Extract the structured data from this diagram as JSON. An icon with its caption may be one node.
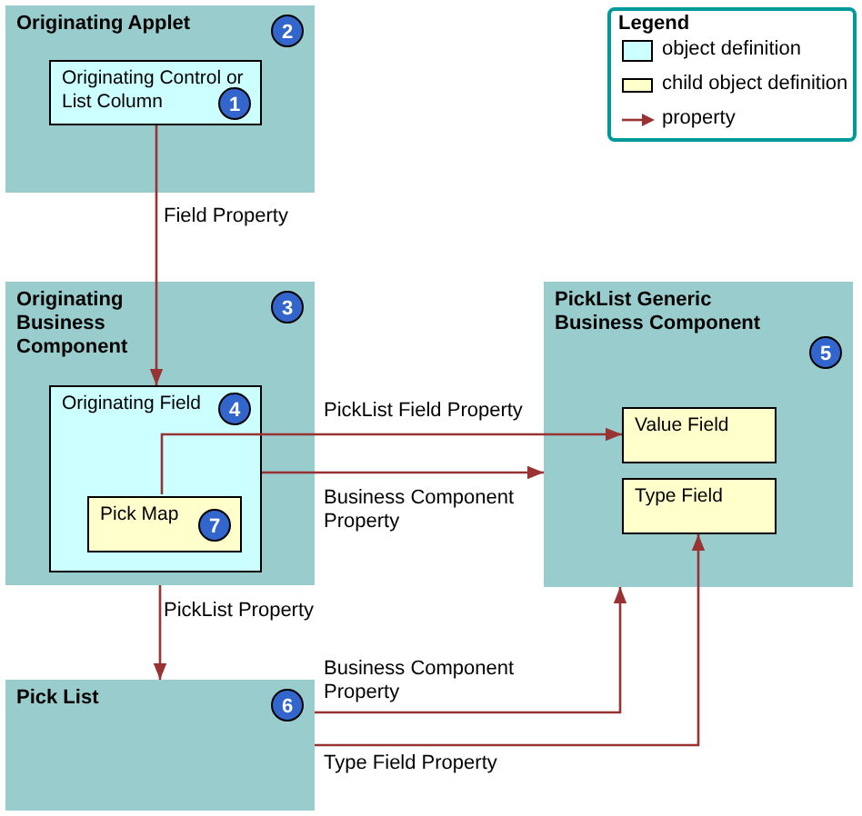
{
  "diagram": {
    "nodes": [
      {
        "text": [
          "Originating Applet",
          "2"
        ]
      },
      {
        "text": [
          "Originating Control or List Column",
          "1"
        ],
        "in": 0
      },
      {
        "text": [
          "Originating Business Component",
          "3"
        ]
      },
      {
        "text": [
          "Originating Field",
          "4"
        ],
        "in": 2
      },
      {
        "text": [
          "Pick Map",
          "7"
        ],
        "in": 3
      },
      {
        "text": [
          "PickList Generic Business Component",
          "5"
        ]
      },
      {
        "text": [
          "Value Field"
        ],
        "in": 5
      },
      {
        "text": [
          "Type Field"
        ],
        "in": 5
      },
      {
        "text": [
          "Pick List",
          "6"
        ]
      }
    ],
    "edges": [
      {
        "from": 1,
        "to": 3,
        "arrow": "to",
        "label": "Field Property"
      },
      {
        "from": 4,
        "to": 6,
        "arrow": "to",
        "label": "PickList Field Property"
      },
      {
        "from": 3,
        "to": 5,
        "arrow": "to",
        "label": "Business Component Property"
      },
      {
        "from": 2,
        "to": 8,
        "arrow": "to",
        "label": "PickList Property"
      },
      {
        "from": 8,
        "to": 5,
        "arrow": "to",
        "label": "Business Component Property"
      },
      {
        "from": 8,
        "to": 7,
        "arrow": "to",
        "label": "Type Field Property"
      }
    ],
    "labels": [
      "Legend"
    ],
    "legend": [
      {
        "text": "object definition",
        "color": "#ccffff"
      },
      {
        "text": "child object definition",
        "color": "#ffffcc"
      },
      {
        "text": "property"
      }
    ]
  }
}
